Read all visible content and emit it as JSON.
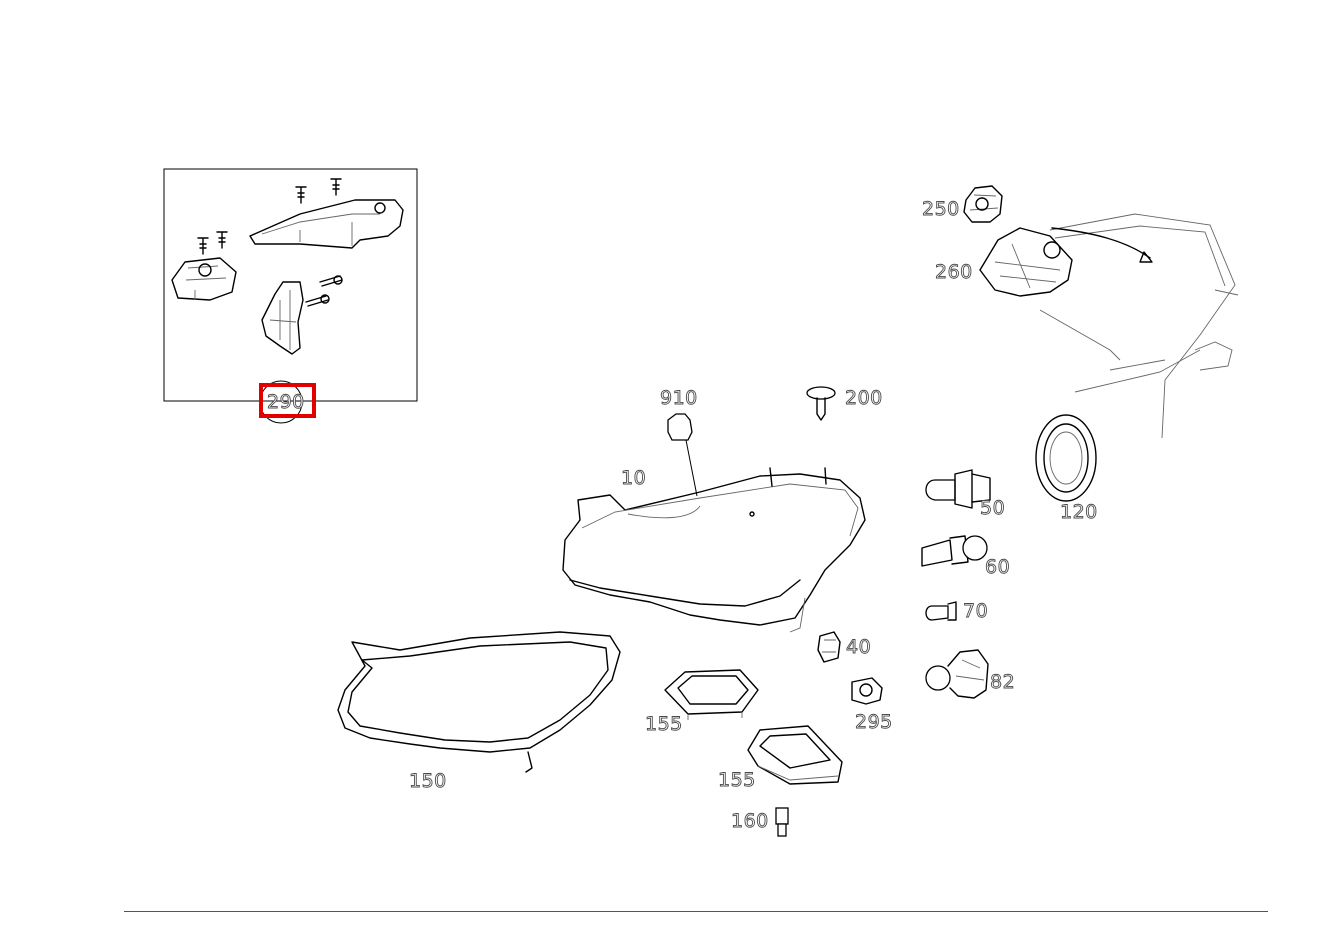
{
  "diagram": {
    "callouts": [
      {
        "id": "10",
        "label": "10"
      },
      {
        "id": "910",
        "label": "910"
      },
      {
        "id": "200",
        "label": "200"
      },
      {
        "id": "250",
        "label": "250"
      },
      {
        "id": "260",
        "label": "260"
      },
      {
        "id": "50",
        "label": "50"
      },
      {
        "id": "120",
        "label": "120"
      },
      {
        "id": "60",
        "label": "60"
      },
      {
        "id": "70",
        "label": "70"
      },
      {
        "id": "40",
        "label": "40"
      },
      {
        "id": "82",
        "label": "82"
      },
      {
        "id": "155a",
        "label": "155"
      },
      {
        "id": "295",
        "label": "295"
      },
      {
        "id": "155b",
        "label": "155"
      },
      {
        "id": "150",
        "label": "150"
      },
      {
        "id": "160",
        "label": "160"
      },
      {
        "id": "290",
        "label": "290"
      }
    ],
    "highlighted": "290",
    "highlight_color": "#e00000"
  }
}
